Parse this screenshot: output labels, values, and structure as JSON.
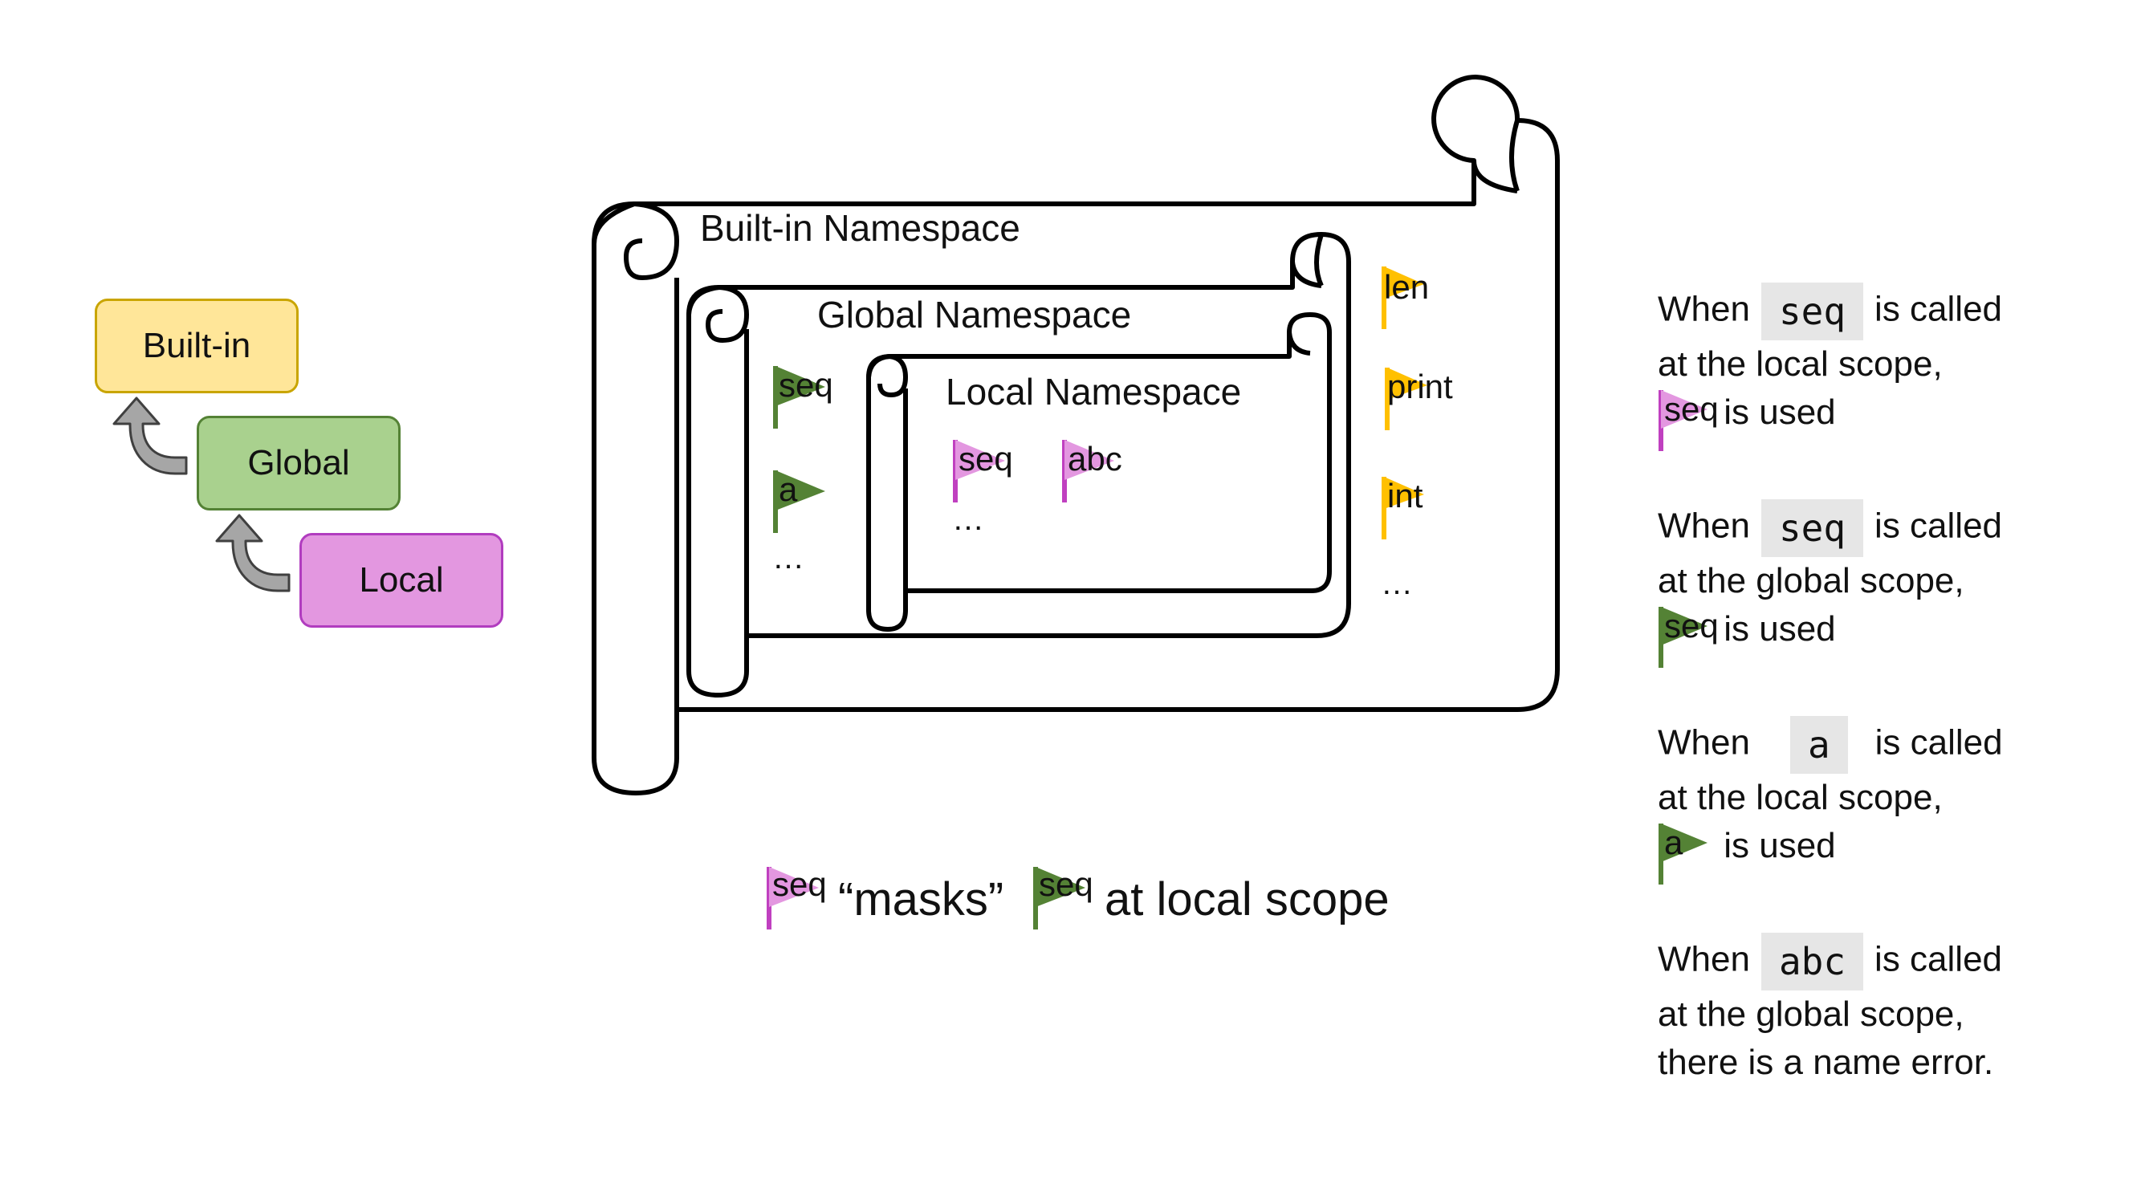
{
  "hierarchy": {
    "builtin": "Built-in",
    "global": "Global",
    "local": "Local"
  },
  "scrolls": {
    "builtin_title": "Built-in Namespace",
    "global_title": "Global Namespace",
    "local_title": "Local Namespace"
  },
  "builtin_names": [
    "len",
    "print",
    "int",
    "…"
  ],
  "global_names": [
    "seq",
    "a",
    "…"
  ],
  "local_names": [
    "seq",
    "abc",
    "…"
  ],
  "caption": {
    "flag1": "seq",
    "masks": "“masks”",
    "flag2": "seq",
    "rest": "at local scope"
  },
  "notes": [
    {
      "when": "When",
      "code": "seq",
      "called": "is called",
      "line2": "at the local scope,",
      "flag": "seq",
      "line3": "is used"
    },
    {
      "when": "When",
      "code": "seq",
      "called": "is called",
      "line2": "at the global scope,",
      "flag": "seq",
      "line3": "is used"
    },
    {
      "when": "When",
      "code": "a",
      "called": "is called",
      "line2": "at the local scope,",
      "flag": "a",
      "line3": "is used"
    },
    {
      "when": "When",
      "code": "abc",
      "called": "is called",
      "line2": "at the global scope,",
      "line3": "there is a name error."
    }
  ],
  "colors": {
    "builtin_fill": "#ffe699",
    "builtin_border": "#c9a500",
    "global_fill": "#a9d18e",
    "global_border": "#548235",
    "local_fill": "#e397e0",
    "local_border": "#b13cbf",
    "flag_yellow": "#ffc000",
    "flag_green": "#548235",
    "flag_magenta": "#c040c0",
    "arrow_gray": "#a6a6a6",
    "chip_gray": "#e6e6e6"
  }
}
